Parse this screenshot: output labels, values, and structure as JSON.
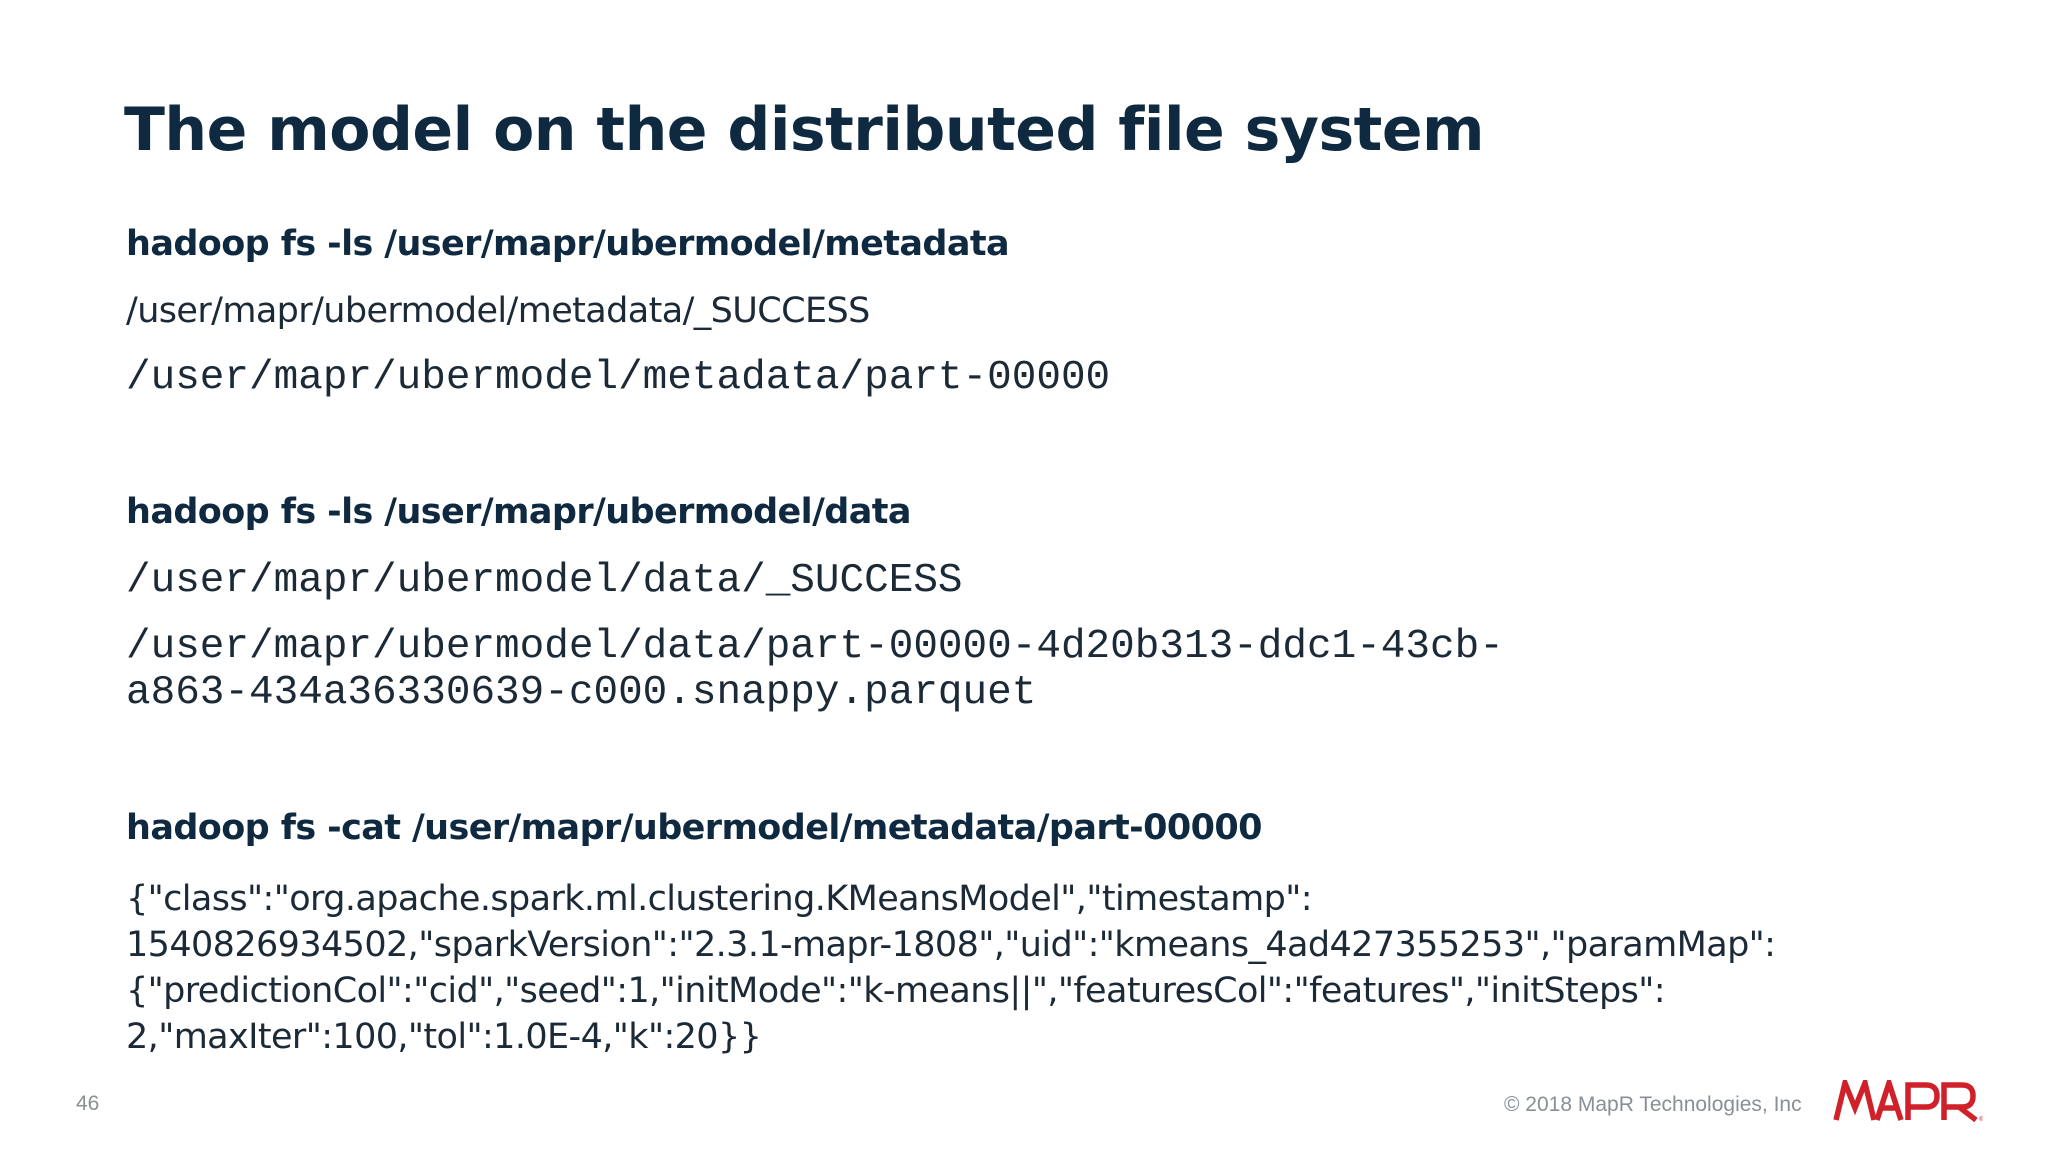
{
  "slide": {
    "title": "The model on the distributed file system",
    "section1": {
      "command": "hadoop fs -ls /user/mapr/ubermodel/metadata",
      "output": [
        "/user/mapr/ubermodel/metadata/_SUCCESS",
        "/user/mapr/ubermodel/metadata/part-00000"
      ]
    },
    "section2": {
      "command": "hadoop fs -ls /user/mapr/ubermodel/data",
      "output": [
        "/user/mapr/ubermodel/data/_SUCCESS",
        "/user/mapr/ubermodel/data/part-00000-4d20b313-ddc1-43cb-",
        "a863-434a36330639-c000.snappy.parquet"
      ]
    },
    "section3": {
      "command": "hadoop fs -cat /user/mapr/ubermodel/metadata/part-00000",
      "output": [
        "{\"class\":\"org.apache.spark.ml.clustering.KMeansModel\",\"timestamp\":",
        "1540826934502,\"sparkVersion\":\"2.3.1-mapr-1808\",\"uid\":\"kmeans_4ad427355253\",\"paramMap\":",
        "{\"predictionCol\":\"cid\",\"seed\":1,\"initMode\":\"k-means||\",\"featuresCol\":\"features\",\"initSteps\":",
        "2,\"maxIter\":100,\"tol\":1.0E-4,\"k\":20}}"
      ]
    }
  },
  "footer": {
    "page_number": "46",
    "copyright": "© 2018 MapR Technologies, Inc",
    "logo_text": "MAPR",
    "logo_color": "#d0202a"
  }
}
